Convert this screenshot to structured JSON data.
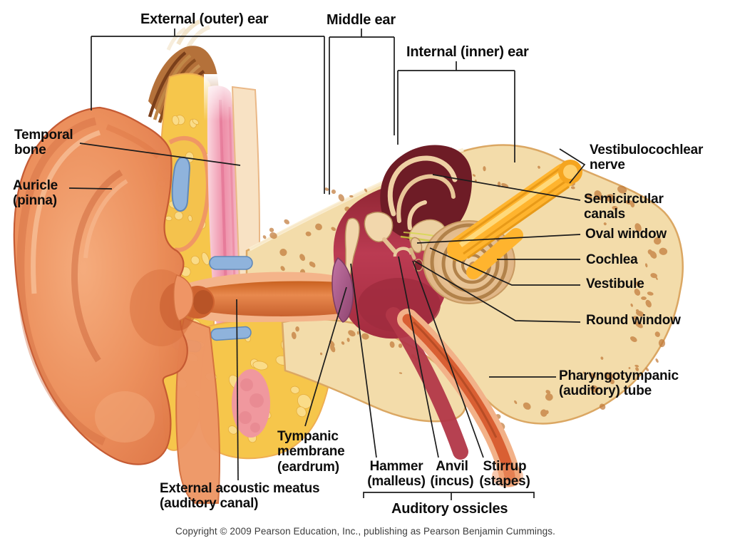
{
  "figure": {
    "title_semantic": "Anatomy of the human ear",
    "region_labels": {
      "external_ear": "External (outer) ear",
      "middle_ear": "Middle ear",
      "internal_ear": "Internal (inner) ear"
    },
    "part_labels": {
      "temporal_bone": "Temporal\nbone",
      "auricle": "Auricle\n(pinna)",
      "vestibulocochlear_nerve": "Vestibulocochlear\nnerve",
      "semicircular_canals": "Semicircular\ncanals",
      "oval_window": "Oval window",
      "cochlea": "Cochlea",
      "vestibule": "Vestibule",
      "round_window": "Round window",
      "pharyngotympanic_tube": "Pharyngotympanic\n(auditory) tube",
      "tympanic_membrane": "Tympanic\nmembrane\n(eardrum)",
      "external_acoustic_meatus": "External acoustic meatus\n(auditory canal)",
      "hammer": "Hammer\n(malleus)",
      "anvil": "Anvil\n(incus)",
      "stirrup": "Stirrup\n(stapes)",
      "auditory_ossicles": "Auditory ossicles"
    },
    "copyright": "Copyright © 2009 Pearson Education, Inc., publishing as Pearson Benjamin Cummings.",
    "colors": {
      "background": "#ffffff",
      "label_text": "#0d0d0d",
      "leader_line": "#1c1c1c",
      "skin_salmon": "#e98c5f",
      "fat_yellow": "#f6c64b",
      "bone_cream": "#f3dcaa",
      "cartilage_blue": "#8fb3dc",
      "middle_ear_cavity_red": "#b23b52",
      "labyrinth_maroon": "#6e1c26",
      "nerve_yellow": "#ffb42e",
      "eardrum_purple": "#b05f93",
      "muscle_pink": "#ee8fa9",
      "tube_orange": "#d95f33"
    }
  }
}
